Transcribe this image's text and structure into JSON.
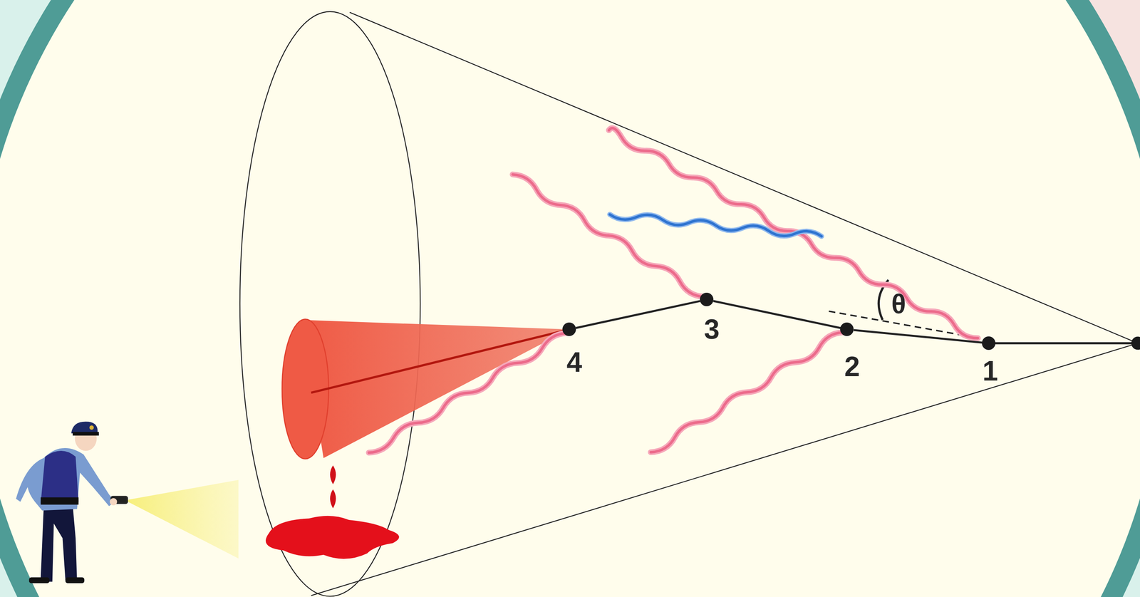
{
  "diagram": {
    "nodes": [
      {
        "text": [
          "1"
        ]
      },
      {
        "text": [
          "2"
        ]
      },
      {
        "text": [
          "3"
        ]
      },
      {
        "text": [
          "4"
        ]
      }
    ],
    "edges": [
      {
        "from": 0,
        "to": 1,
        "arrow": "none"
      },
      {
        "from": 1,
        "to": 2,
        "arrow": "none"
      },
      {
        "from": 2,
        "to": 3,
        "arrow": "none"
      }
    ],
    "labels": [
      "θ"
    ]
  }
}
